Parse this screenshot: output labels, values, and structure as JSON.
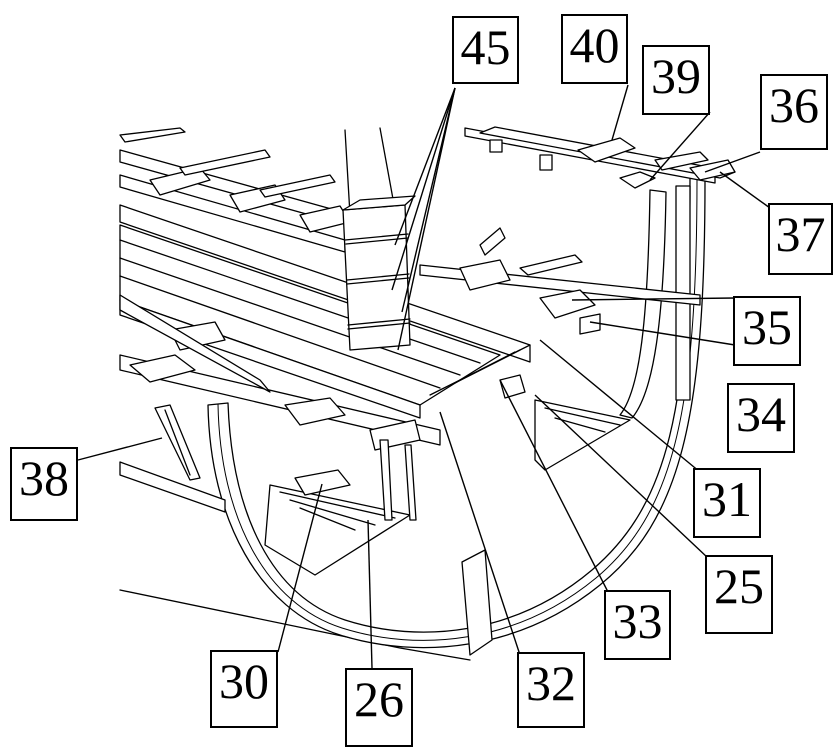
{
  "callouts": {
    "c45": "45",
    "c40": "40",
    "c39": "39",
    "c36": "36",
    "c37": "37",
    "c35": "35",
    "c34": "34",
    "c31": "31",
    "c25": "25",
    "c33": "33",
    "c32": "32",
    "c26": "26",
    "c30": "30",
    "c38": "38"
  },
  "colors": {
    "ink": "#000000",
    "paper": "#ffffff"
  }
}
